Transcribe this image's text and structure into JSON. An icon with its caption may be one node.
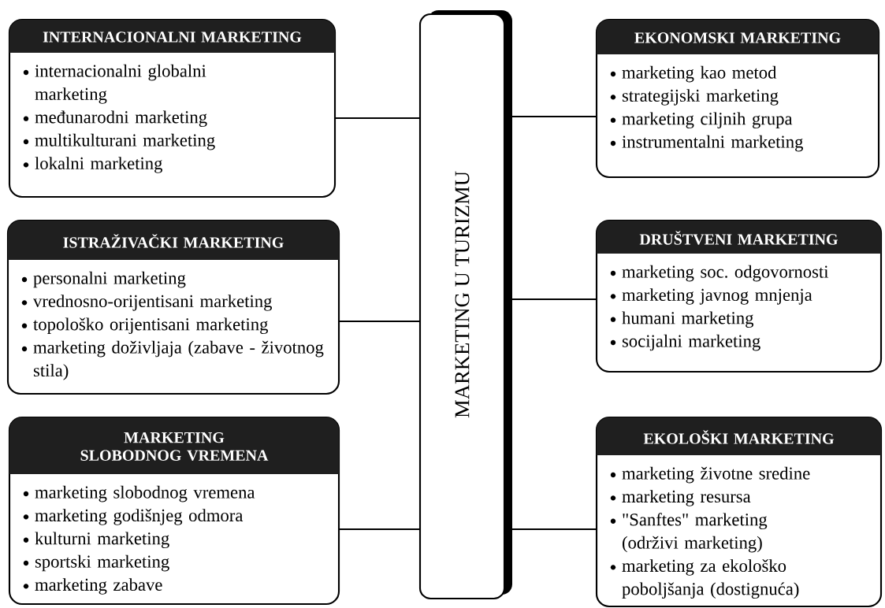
{
  "diagram": {
    "nodes": [
      {
        "text": [
          "INTERNACIONALNI MARKETING",
          "internacionalni globalni marketing",
          "međunarodni marketing",
          "multikulturani marketing",
          "lokalni marketing"
        ]
      },
      {
        "text": [
          "MARKETING U TURIZMU"
        ]
      },
      {
        "text": [
          "EKONOMSKI MARKETING",
          "marketing kao metod",
          "strategijski marketing",
          "marketing ciljnih grupa",
          "instrumentalni marketing"
        ]
      },
      {
        "text": [
          "ISTRAŽIVAČKI MARKETING",
          "personalni marketing",
          "vrednosno-orijentisani marketing",
          "topološko orijentisani marketing",
          "marketing doživljaja (zabave - životnog stila)"
        ]
      },
      {
        "text": [
          "DRUŠTVENI MARKETING",
          "marketing soc. odgovornosti",
          "marketing javnog mnjenja",
          "humani marketing",
          "socijalni marketing"
        ]
      },
      {
        "text": [
          "MARKETING SLOBODNOG VREMENA",
          "marketing slobodnog vremena",
          "marketing godišnjeg odmora",
          "kulturni marketing",
          "sportski marketing",
          "marketing zabave"
        ]
      },
      {
        "text": [
          "EKOLOŠKI MARKETING",
          "marketing životne sredine",
          "marketing resursa",
          "\"Sanftes\" marketing (održivi marketing)",
          "marketing za ekološko poboljšanja (dostignuća)"
        ]
      }
    ],
    "edges": [
      {
        "from": 0,
        "to": 1,
        "arrow": "none"
      },
      {
        "from": 1,
        "to": 2,
        "arrow": "none"
      },
      {
        "from": 3,
        "to": 1,
        "arrow": "none"
      },
      {
        "from": 1,
        "to": 4,
        "arrow": "none"
      },
      {
        "from": 5,
        "to": 1,
        "arrow": "none"
      },
      {
        "from": 1,
        "to": 6,
        "arrow": "none"
      }
    ]
  }
}
